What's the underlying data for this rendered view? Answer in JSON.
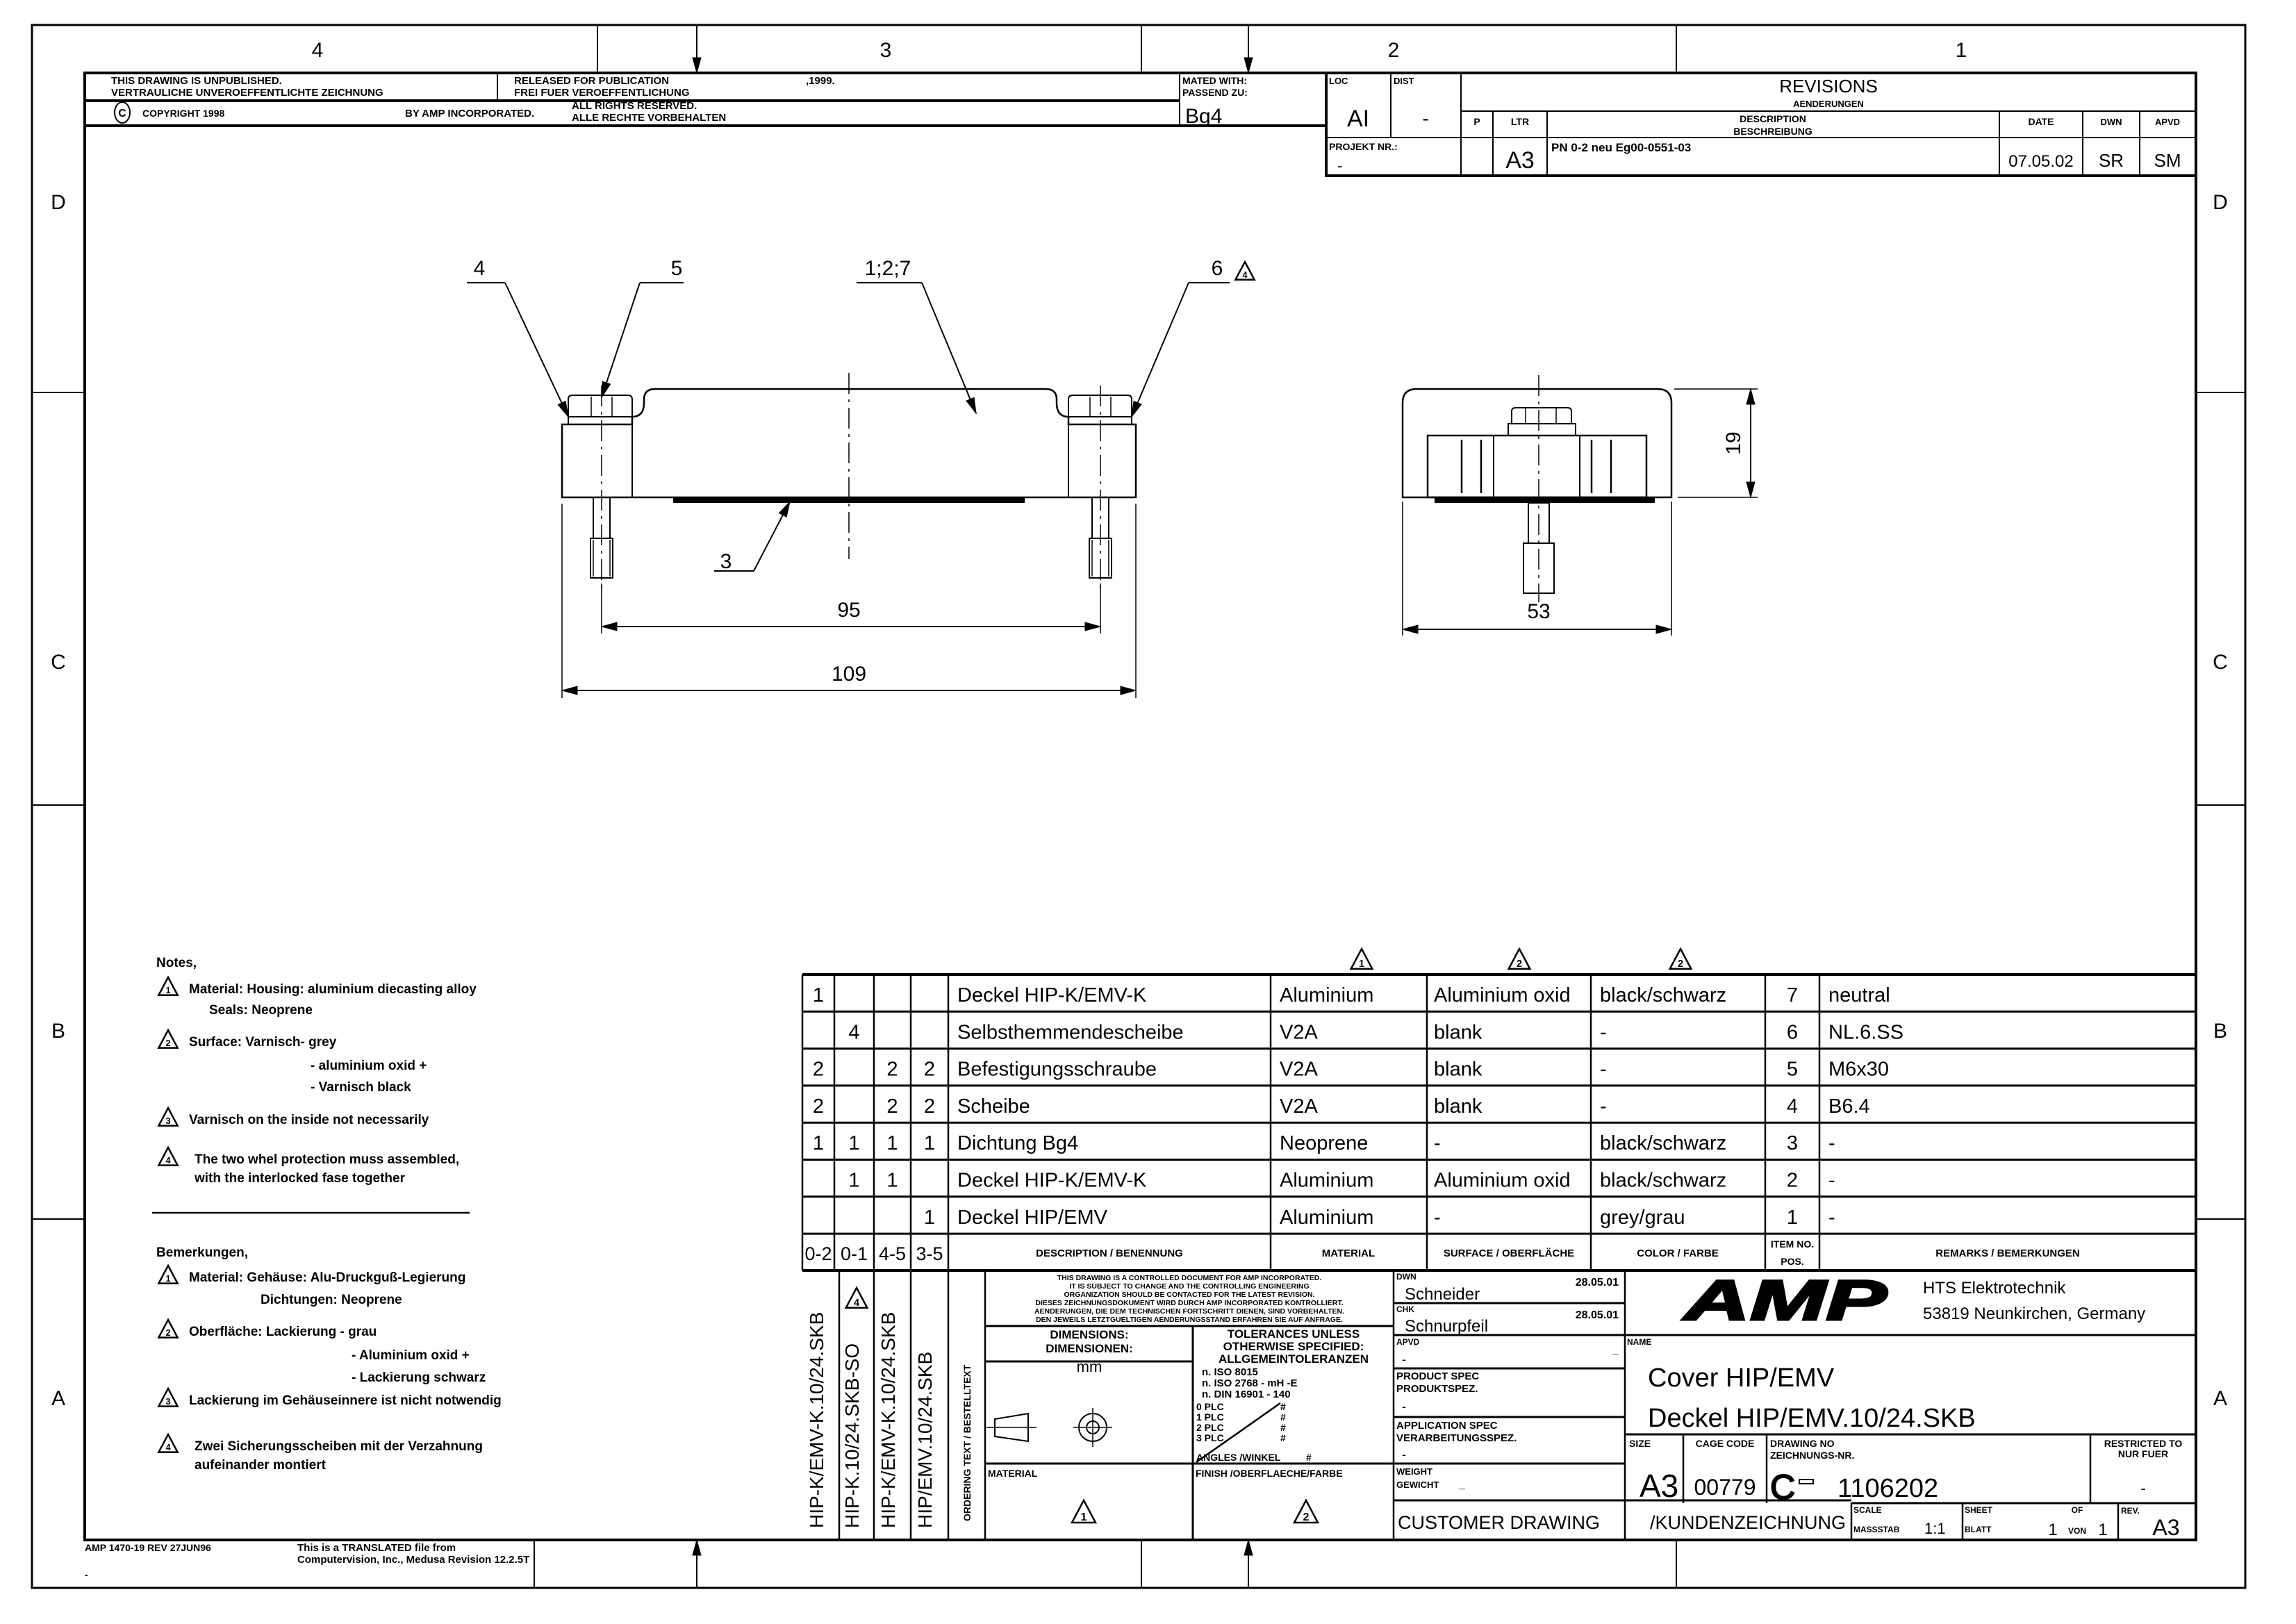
{
  "sheet": {
    "zones_top": [
      "4",
      "3",
      "2",
      "1"
    ],
    "zones_side": [
      "D",
      "C",
      "B",
      "A"
    ]
  },
  "header": {
    "unpublished_en": "THIS DRAWING IS UNPUBLISHED.",
    "unpublished_de": "VERTRAULICHE UNVEROEFFENTLICHTE ZEICHNUNG",
    "released_en": "RELEASED FOR PUBLICATION",
    "released_de": "FREI FUER VEROEFFENTLICHUNG",
    "release_year": ",1999.",
    "copyright_symbol": "C",
    "copyright": "COPYRIGHT 1998",
    "by": "BY AMP INCORPORATED.",
    "rights_en": "ALL RIGHTS RESERVED.",
    "rights_de": "ALLE RECHTE VORBEHALTEN",
    "mated_with_en": "MATED WITH:",
    "mated_with_de": "PASSEND ZU:",
    "mated_with": "Bg4",
    "loc_label": "LOC",
    "loc": "AI",
    "dist_label": "DIST",
    "dist": "-",
    "projekt_label": "PROJEKT NR.:",
    "projekt": "-"
  },
  "revisions": {
    "title": "REVISIONS",
    "subtitle": "AENDERUNGEN",
    "col_p": "P",
    "col_ltr": "LTR",
    "col_desc_en": "DESCRIPTION",
    "col_desc_de": "BESCHREIBUNG",
    "col_date": "DATE",
    "col_dwn": "DWN",
    "col_apvd": "APVD",
    "rows": [
      {
        "p": "",
        "ltr": "A3",
        "description": "PN 0-2 neu   Eg00-0551-03",
        "date": "07.05.02",
        "dwn": "SR",
        "apvd": "SM"
      }
    ]
  },
  "views": {
    "front": {
      "callouts": [
        "4",
        "5",
        "1;2;7",
        "6",
        "3"
      ],
      "callout_6_marker": "4",
      "dim_inner": "95",
      "dim_overall": "109"
    },
    "side": {
      "dim_width": "53",
      "dim_height": "19"
    }
  },
  "notes": {
    "title": "Notes,",
    "items": [
      {
        "marker": "1",
        "lines": [
          "Material: Housing: aluminium diecasting alloy",
          "Seals: Neoprene"
        ]
      },
      {
        "marker": "2",
        "lines": [
          "Surface: Varnisch- grey",
          "- aluminium oxid +",
          "- Varnisch black"
        ]
      },
      {
        "marker": "3",
        "lines": [
          "Varnisch on the inside not necessarily"
        ]
      },
      {
        "marker": "4",
        "lines": [
          "The two whel protection muss assembled,",
          "with the interlocked fase together"
        ]
      }
    ]
  },
  "bemerkungen": {
    "title": "Bemerkungen,",
    "items": [
      {
        "marker": "1",
        "lines": [
          "Material:  Gehäuse: Alu-Druckguß-Legierung",
          "Dichtungen: Neoprene"
        ]
      },
      {
        "marker": "2",
        "lines": [
          "Oberfläche: Lackierung - grau",
          "- Aluminium oxid +",
          "- Lackierung schwarz"
        ]
      },
      {
        "marker": "3",
        "lines": [
          "Lackierung im Gehäuseinnere ist nicht notwendig"
        ]
      },
      {
        "marker": "4",
        "lines": [
          "Zwei Sicherungsscheiben mit der Verzahnung",
          "aufeinander montiert"
        ]
      }
    ]
  },
  "parts": {
    "column_markers": {
      "material": "1",
      "surface": "2",
      "color": "2"
    },
    "headers": {
      "qty": [
        "0-2",
        "0-1",
        "4-5",
        "3-5"
      ],
      "description": "DESCRIPTION / BENENNUNG",
      "material": "MATERIAL",
      "surface": "SURFACE / OBERFLÄCHE",
      "color": "COLOR / FARBE",
      "item_en": "ITEM NO.",
      "item_de": "POS.",
      "remarks": "REMARKS / BEMERKUNGEN"
    },
    "rows": [
      {
        "qty": [
          "1",
          "",
          "",
          ""
        ],
        "description": "Deckel HIP-K/EMV-K",
        "material": "Aluminium",
        "surface": "Aluminium oxid",
        "color": "black/schwarz",
        "item": "7",
        "remarks": "neutral"
      },
      {
        "qty": [
          "",
          "4",
          "",
          ""
        ],
        "description": "Selbsthemmendescheibe",
        "material": "V2A",
        "surface": "blank",
        "color": "-",
        "item": "6",
        "remarks": "NL.6.SS"
      },
      {
        "qty": [
          "2",
          "",
          "2",
          "2"
        ],
        "description": "Befestigungsschraube",
        "material": "V2A",
        "surface": "blank",
        "color": "-",
        "item": "5",
        "remarks": "M6x30"
      },
      {
        "qty": [
          "2",
          "",
          "2",
          "2"
        ],
        "description": "Scheibe",
        "material": "V2A",
        "surface": "blank",
        "color": "-",
        "item": "4",
        "remarks": "B6.4"
      },
      {
        "qty": [
          "1",
          "1",
          "1",
          "1"
        ],
        "description": "Dichtung Bg4",
        "material": "Neoprene",
        "surface": "-",
        "color": "black/schwarz",
        "item": "3",
        "remarks": "-"
      },
      {
        "qty": [
          "",
          "1",
          "1",
          ""
        ],
        "description": "Deckel HIP-K/EMV-K",
        "material": "Aluminium",
        "surface": "Aluminium oxid",
        "color": "black/schwarz",
        "item": "2",
        "remarks": "-"
      },
      {
        "qty": [
          "",
          "",
          "",
          "1"
        ],
        "description": "Deckel HIP/EMV",
        "material": "Aluminium",
        "surface": "-",
        "color": "grey/grau",
        "item": "1",
        "remarks": "-"
      }
    ]
  },
  "ordering": {
    "variants": [
      "HIP-K/EMV-K.10/24.SKB",
      "HIP-K.10/24.SKB-SO",
      "HIP-K/EMV-K.10/24.SKB",
      "HIP/EMV.10/24.SKB"
    ],
    "variant_2_marker": "4",
    "label": "ORDERING TEXT / BESTELLTEXT"
  },
  "title_block": {
    "controlled_notice": [
      "THIS DRAWING IS A CONTROLLED DOCUMENT FOR AMP INCORPORATED.",
      "IT IS SUBJECT TO CHANGE AND THE CONTROLLING ENGINEERING",
      "ORGANIZATION SHOULD BE CONTACTED FOR THE LATEST REVISION.",
      "DIESES ZEICHNUNGSDOKUMENT WIRD DURCH AMP INCORPORATED KONTROLLIERT.",
      "AENDERUNGEN, DIE DEM TECHNISCHEN FORTSCHRITT DIENEN, SIND VORBEHALTEN.",
      "DEN JEWEILS LETZTGUELTIGEN AENDERUNGSSTAND ERFAHREN SIE AUF ANFRAGE."
    ],
    "dimensions_en": "DIMENSIONS:",
    "dimensions_de": "DIMENSIONEN:",
    "units": "mm",
    "tolerances": [
      "TOLERANCES UNLESS",
      "OTHERWISE SPECIFIED:",
      "ALLGEMEINTOLERANZEN"
    ],
    "standards": [
      "n. ISO 8015",
      "n. ISO 2768 -   mH -E",
      "n. DIN 16901 -  140"
    ],
    "plc": [
      {
        "label": "0 PLC",
        "value": "#"
      },
      {
        "label": "1 PLC",
        "value": "#"
      },
      {
        "label": "2 PLC",
        "value": "#"
      },
      {
        "label": "3 PLC",
        "value": "#"
      }
    ],
    "angles_label": "ANGLES /WINKEL",
    "angles_value": "#",
    "material_label": "MATERIAL",
    "material_marker": "1",
    "finish_label": "FINISH /OBERFLAECHE/FARBE",
    "finish_marker": "2",
    "dwn_label": "DWN",
    "dwn_name": "Schneider",
    "dwn_date": "28.05.01",
    "chk_label": "CHK",
    "chk_name": "Schnurpfeil",
    "chk_date": "28.05.01",
    "apvd_label": "APVD",
    "apvd_name": "-",
    "apvd_date": "_",
    "product_spec_en": "PRODUCT SPEC",
    "product_spec_de": "PRODUKTSPEZ.",
    "product_spec": "-",
    "application_spec_en": "APPLICATION SPEC",
    "application_spec_de": "VERARBEITUNGSSPEZ.",
    "application_spec": "-",
    "weight_en": "WEIGHT",
    "weight_de": "GEWICHT",
    "weight": "_",
    "customer_drawing_en": "CUSTOMER DRAWING",
    "customer_drawing_de": "/KUNDENZEICHNUNG",
    "logo": "AMP",
    "company": "HTS Elektrotechnik",
    "address": "53819 Neunkirchen, Germany",
    "name_label": "NAME",
    "name_en": "Cover HIP/EMV",
    "name_de": "Deckel HIP/EMV.10/24.SKB",
    "size_label": "SIZE",
    "size": "A3",
    "cage_code_label": "CAGE CODE",
    "cage_code": "00779",
    "drawing_no_en": "DRAWING NO",
    "drawing_no_de": "ZEICHNUNGS-NR.",
    "drawing_no_prefix": "C",
    "drawing_no": "1106202",
    "restricted_en": "RESTRICTED TO",
    "restricted_de": "NUR FUER",
    "restricted": "-",
    "scale_en": "SCALE",
    "scale_de": "MASSSTAB",
    "scale": "1:1",
    "sheet_en": "SHEET",
    "sheet_de": "BLATT",
    "of_en": "OF",
    "of_de": "VON",
    "sheet": "1",
    "sheets_total": "1",
    "rev_label": "REV.",
    "rev": "A3"
  },
  "footer": {
    "form": "AMP 1470-19 REV 27JUN96",
    "translated_1": "This is a TRANSLATED file from",
    "translated_2": "Computervision, Inc., Medusa Revision 12.2.5T",
    "dash": "-"
  }
}
